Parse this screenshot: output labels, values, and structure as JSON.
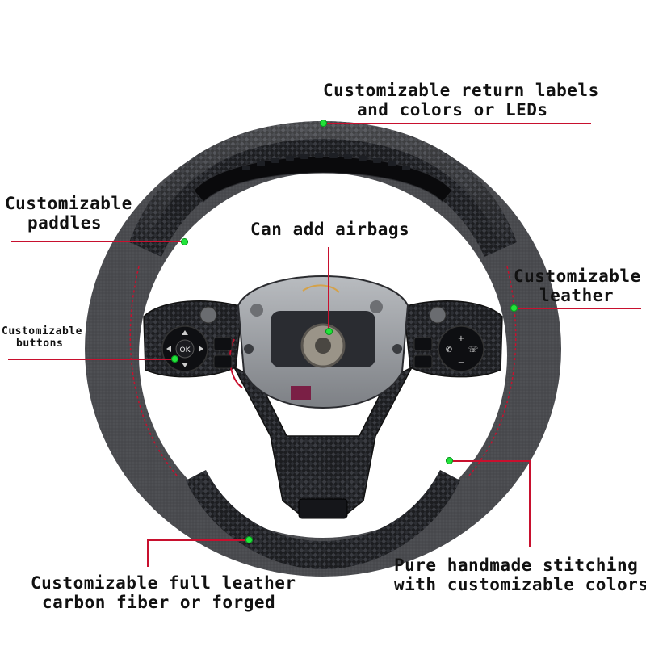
{
  "callouts": {
    "return_labels": {
      "line1": "Customizable return labels",
      "line2": "and colors or LEDs"
    },
    "paddles": {
      "line1": "Customizable",
      "line2": "paddles"
    },
    "airbags": {
      "line1": "Can add airbags"
    },
    "leather": {
      "line1": "Customizable",
      "line2": "leather"
    },
    "buttons": {
      "line1": "Customizable",
      "line2": "buttons"
    },
    "full_leather": {
      "line1": "Customizable full leather",
      "line2": "carbon fiber or forged"
    },
    "stitching": {
      "line1": "Pure handmade stitching",
      "line2": "with customizable colors"
    }
  },
  "colors": {
    "leader_line": "#c8102e",
    "marker_dot": "#22e33a",
    "label_text": "#111111"
  },
  "controls": {
    "left_button_center": "OK"
  }
}
